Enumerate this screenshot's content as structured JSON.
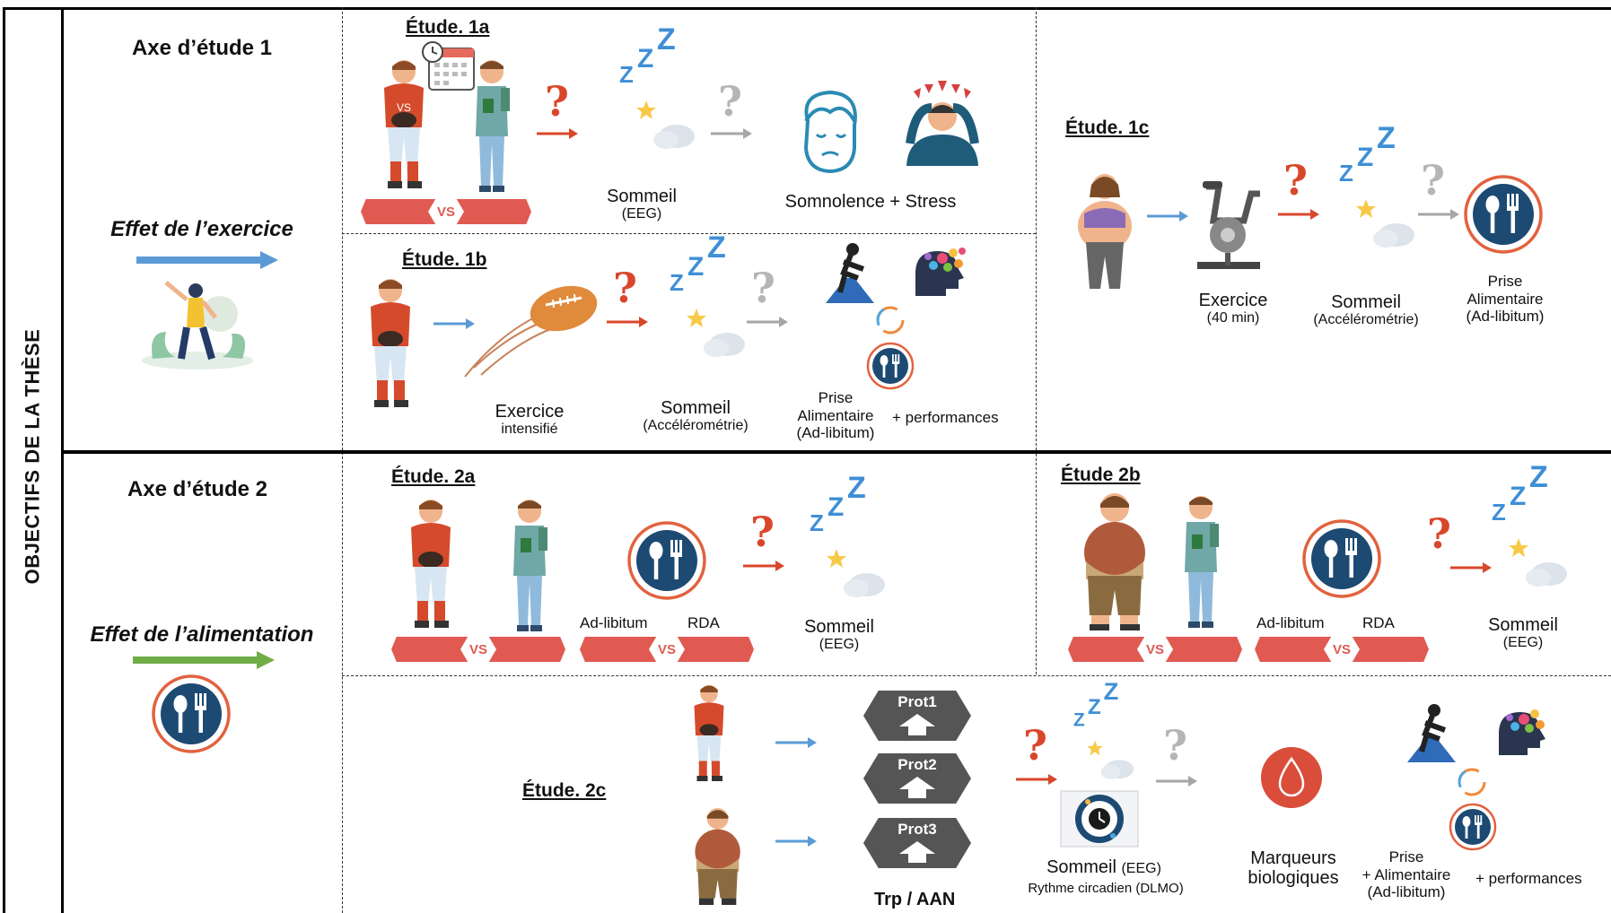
{
  "title": "OBJECTIFS DE LA THÈSE",
  "axis1": {
    "title": "Axe d’étude 1",
    "effect": "Effet de l’exercice",
    "study_1a": {
      "label": "Étude. 1a",
      "sleep": "Sommeil",
      "sleep_method": "(EEG)",
      "outcome": "Somnolence + Stress",
      "vs": "VS"
    },
    "study_1b": {
      "label": "Étude. 1b",
      "exercise": "Exercice",
      "exercise_sub": "intensifié",
      "sleep": "Sommeil",
      "sleep_method": "(Accélérométrie)",
      "intake_1": "Prise",
      "intake_2": "Alimentaire",
      "intake_3": "(Ad-libitum)",
      "performances": "+ performances"
    },
    "study_1c": {
      "label": "Étude. 1c",
      "exercise": "Exercice",
      "exercise_sub": "(40 min)",
      "sleep": "Sommeil",
      "sleep_method": "(Accélérométrie)",
      "intake_1": "Prise",
      "intake_2": "Alimentaire",
      "intake_3": "(Ad-libitum)"
    }
  },
  "axis2": {
    "title": "Axe d’étude 2",
    "effect": "Effet de l’alimentation",
    "study_2a": {
      "label": "Étude. 2a",
      "vs": "VS",
      "adlib": "Ad-libitum",
      "rda": "RDA",
      "sleep": "Sommeil",
      "sleep_method": "(EEG)"
    },
    "study_2b": {
      "label": "Étude 2b",
      "vs": "VS",
      "adlib": "Ad-libitum",
      "rda": "RDA",
      "sleep": "Sommeil",
      "sleep_method": "(EEG)"
    },
    "study_2c": {
      "label": "Étude. 2c",
      "prot1": "Prot1",
      "prot2": "Prot2",
      "prot3": "Prot3",
      "trp": "Trp / AAN",
      "sleep": "Sommeil",
      "sleep_method": "(EEG)",
      "circadian": "Rythme circadien (DLMO)",
      "markers_1": "Marqueurs",
      "markers_2": "biologiques",
      "intake_1": "Prise",
      "intake_2": "+ Alimentaire",
      "intake_3": "(Ad-libitum)",
      "performances": "+ performances"
    }
  },
  "symbols": {
    "question": "?"
  },
  "colors": {
    "blue_arrow": "#5b9bd5",
    "red_arrow": "#d9472b",
    "gray_arrow": "#a6a6a6",
    "green_arrow": "#70ad47",
    "vs_red": "#e05a52",
    "navy": "#1d4a72",
    "moon": "#f7b93b",
    "zzz": "#3f8fd6"
  }
}
